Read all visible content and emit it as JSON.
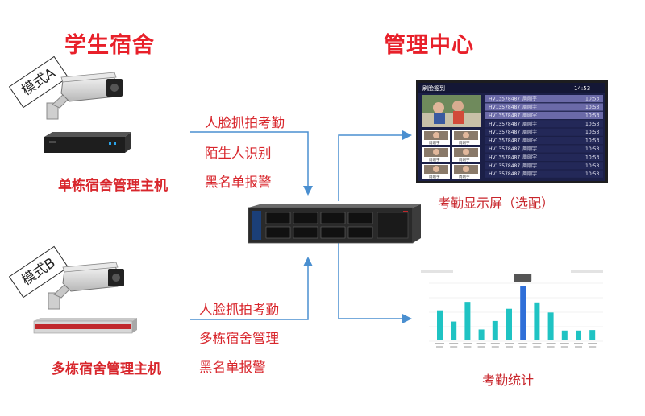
{
  "left_title": "学生宿舍",
  "right_title": "管理中心",
  "mode_a": {
    "tag": "模式A",
    "host_label": "单栋宿舍管理主机",
    "features": [
      "人脸抓拍考勤",
      "陌生人识别",
      "黑名单报警"
    ]
  },
  "mode_b": {
    "tag": "模式B",
    "host_label": "多栋宿舍管理主机",
    "features": [
      "人脸抓拍考勤",
      "多栋宿舍管理",
      "黑名单报警"
    ]
  },
  "attendance_display": {
    "caption": "考勤显示屏（选配）",
    "screen_title": "刷脸签到",
    "clock": "14:53",
    "rows": [
      {
        "id": "HV13578487",
        "name": "周刚字",
        "time": "10:53"
      },
      {
        "id": "HV13578487",
        "name": "周刚字",
        "time": "10:53"
      },
      {
        "id": "HV13578487",
        "name": "周刚字",
        "time": "10:53"
      },
      {
        "id": "HV13578487",
        "name": "周刚字",
        "time": "10:53"
      },
      {
        "id": "HV13578487",
        "name": "周刚字",
        "time": "10:53"
      },
      {
        "id": "HV13578487",
        "name": "周刚字",
        "time": "10:53"
      },
      {
        "id": "HV13578487",
        "name": "周刚字",
        "time": "10:53"
      },
      {
        "id": "HV13578487",
        "name": "周刚字",
        "time": "10:53"
      },
      {
        "id": "HV13578487",
        "name": "周刚字",
        "time": "10:53"
      },
      {
        "id": "HV13578487",
        "name": "周刚字",
        "time": "10:53"
      }
    ],
    "thumb_labels": [
      "周刚字",
      "周刚字",
      "周刚字",
      "周刚字",
      "周刚字",
      "周刚字"
    ]
  },
  "attendance_stats": {
    "caption": "考勤统计",
    "bar_color": "#1fc3c3",
    "highlight_color": "#2f6fd8",
    "chart_data": {
      "type": "bar",
      "values": [
        55,
        34,
        71,
        19,
        35,
        58,
        100,
        70,
        51,
        17,
        17,
        18
      ],
      "highlight_index": 6
    }
  },
  "colors": {
    "title_red": "#e8202a",
    "arrow_blue": "#4a8fd0"
  }
}
